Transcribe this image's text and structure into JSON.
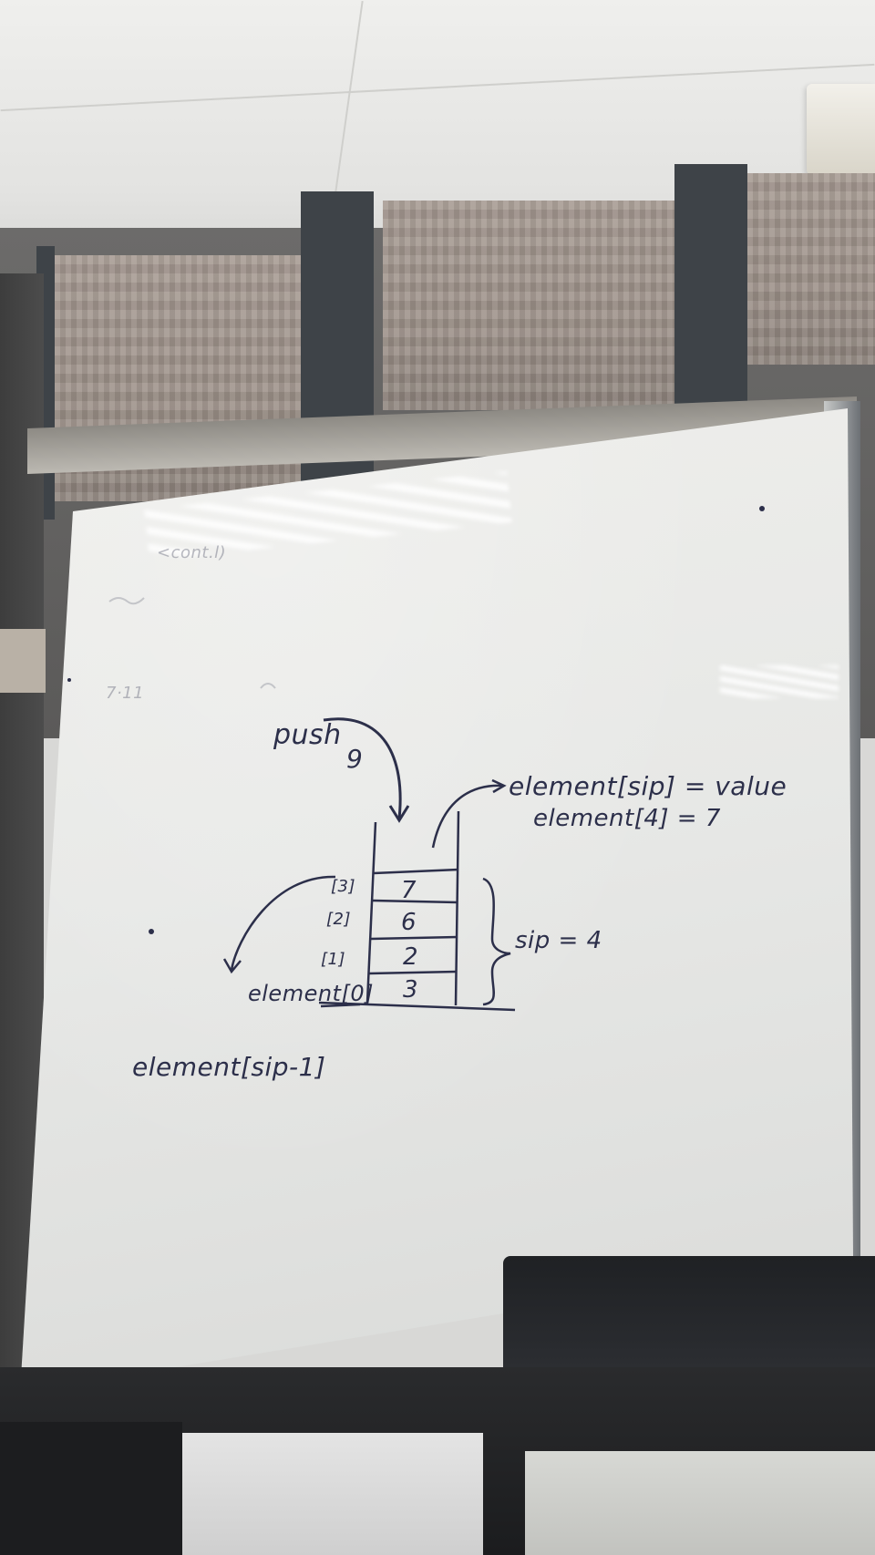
{
  "scene": {
    "description_colors": {
      "ink": "#2c2f4a",
      "board": "#e6e7e5",
      "wall": "#5b5a59",
      "window_blind": "#9e928a"
    }
  },
  "whiteboard": {
    "faint_notes": [
      "<cont.l)",
      "7·11"
    ],
    "push_label": "push",
    "push_value": "9",
    "assign_line_1": "element[sip] = value",
    "assign_line_2": "element[4] = 7",
    "stack": {
      "index_labels": [
        "[3]",
        "[2]",
        "[1]",
        "element[0]"
      ],
      "cell_values": [
        "",
        "7",
        "6",
        "2",
        "3"
      ]
    },
    "size_label": "sip = 4",
    "bottom_label": "element[sip-1]"
  }
}
